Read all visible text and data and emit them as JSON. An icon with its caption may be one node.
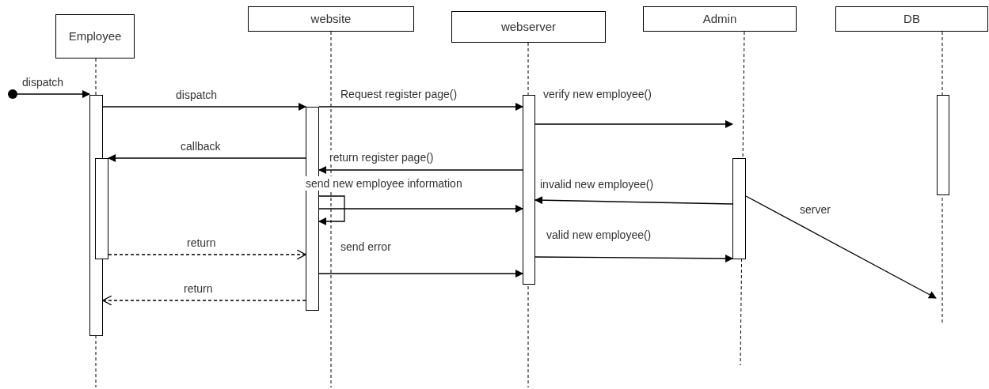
{
  "diagram": {
    "nodes": [
      {
        "text": [
          "Employee"
        ]
      },
      {
        "text": [
          "website"
        ]
      },
      {
        "text": [
          "webserver"
        ]
      },
      {
        "text": [
          "Admin"
        ]
      },
      {
        "text": [
          "DB"
        ]
      },
      {
        "text": [],
        "shape": "circle"
      },
      {
        "text": [],
        "shape": "bar"
      },
      {
        "text": [],
        "shape": "bar"
      },
      {
        "text": [],
        "shape": "bar"
      },
      {
        "text": [],
        "shape": "bar"
      },
      {
        "text": [],
        "shape": "bar"
      },
      {
        "text": [],
        "shape": "bar"
      }
    ],
    "edges": [
      {
        "from": 5,
        "to": 6,
        "arrow": "to",
        "label": "dispatch"
      },
      {
        "from": 6,
        "to": 8,
        "arrow": "to",
        "label": "dispatch"
      },
      {
        "from": 8,
        "to": 7,
        "arrow": "to",
        "label": "callback"
      },
      {
        "from": 7,
        "to": 8,
        "arrow": "to",
        "label": "return",
        "style": "dashed"
      },
      {
        "from": 8,
        "to": 6,
        "arrow": "to",
        "label": "return",
        "style": "dashed"
      },
      {
        "from": 8,
        "to": 9,
        "arrow": "to",
        "label": "Request register page()"
      },
      {
        "from": 9,
        "to": 8,
        "arrow": "to",
        "label": "return register page()"
      },
      {
        "from": 8,
        "to": 8,
        "arrow": "to"
      },
      {
        "from": 8,
        "to": 9,
        "arrow": "to",
        "label": "send new employee information"
      },
      {
        "from": 9,
        "to": 10,
        "arrow": "to",
        "label": "verify new employee()"
      },
      {
        "from": 10,
        "to": 9,
        "arrow": "to",
        "label": "invalid new employee()"
      },
      {
        "from": 9,
        "to": 10,
        "arrow": "to",
        "label": "valid new employee()"
      },
      {
        "from": 8,
        "to": 9,
        "arrow": "to",
        "label": "send error"
      },
      {
        "from": 10,
        "to": null,
        "arrow": "to",
        "label": "server"
      }
    ]
  }
}
